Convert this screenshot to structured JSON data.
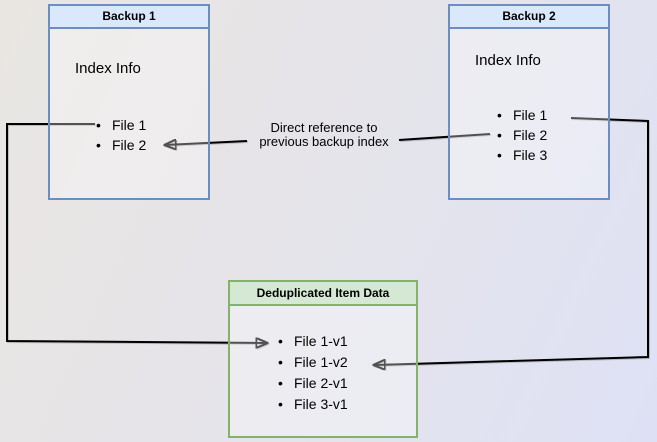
{
  "colors": {
    "blue_border": "#6c8ebf",
    "blue_header": "#dae8fc",
    "green_border": "#82b366",
    "green_header": "#d5e8d4",
    "arrow": "#000000"
  },
  "boxes": {
    "backup1": {
      "title": "Backup 1",
      "subtitle": "Index Info",
      "items": [
        "File 1",
        "File 2"
      ]
    },
    "backup2": {
      "title": "Backup 2",
      "subtitle": "Index Info",
      "items": [
        "File 1",
        "File 2",
        "File 3"
      ]
    },
    "dedup": {
      "title": "Deduplicated Item Data",
      "items": [
        "File 1-v1",
        "File 1-v2",
        "File 2-v1",
        "File 3-v1"
      ]
    }
  },
  "annotation": {
    "label": "Direct reference to previous backup index"
  },
  "arrows": [
    {
      "from": "backup1-file-1",
      "to": "dedup-file-1-v1"
    },
    {
      "from": "backup2-file-1",
      "to": "dedup-file-1-v2"
    },
    {
      "from": "backup2-file-2",
      "to": "backup1-file-2",
      "label": "Direct reference to previous backup index"
    }
  ]
}
